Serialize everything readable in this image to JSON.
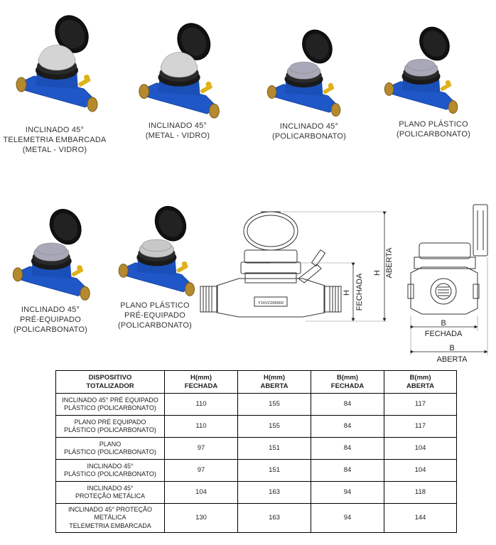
{
  "meters": [
    {
      "id": "m1",
      "caption": [
        "INCLINADO 45°",
        "TELEMETRIA EMBARCADA",
        "(METAL - VIDRO)"
      ],
      "lid": "#111111",
      "dome": "#d4d4d4",
      "domeStyle": "dome"
    },
    {
      "id": "m2",
      "caption": [
        "INCLINADO 45°",
        "(METAL - VIDRO)"
      ],
      "lid": "#111111",
      "dome": "#d4d4d4",
      "domeStyle": "dome"
    },
    {
      "id": "m3",
      "caption": [
        "INCLINADO 45°",
        "(POLICARBONATO)"
      ],
      "lid": "#111111",
      "dome": "#a8a8b8",
      "domeStyle": "flat"
    },
    {
      "id": "m4",
      "caption": [
        "PLANO PLÁSTICO",
        "(POLICARBONATO)"
      ],
      "lid": "#111111",
      "dome": "#a8a8b8",
      "domeStyle": "flat"
    },
    {
      "id": "m5",
      "caption": [
        "INCLINADO 45°",
        "PRÉ-EQUIPADO",
        "(POLICARBONATO)"
      ],
      "lid": "#111111",
      "dome": "#a8a8b8",
      "domeStyle": "flat"
    },
    {
      "id": "m6",
      "caption": [
        "PLANO PLÁSTICO",
        "PRÉ-EQUIPADO",
        "(POLICARBONATO)"
      ],
      "lid": "#111111",
      "dome": "#c8c8c8",
      "domeStyle": "flat"
    }
  ],
  "drawing": {
    "plate_text": "Y16VC000000",
    "labels": {
      "h_closed_1": "H",
      "h_closed_2": "FECHADA",
      "h_open_1": "H",
      "h_open_2": "ABERTA",
      "b_closed_1": "B",
      "b_closed_2": "FECHADA",
      "b_open_1": "B",
      "b_open_2": "ABERTA"
    }
  },
  "table": {
    "headers": [
      [
        "DISPOSITIVO",
        "TOTALIZADOR"
      ],
      [
        "H(mm)",
        "FECHADA"
      ],
      [
        "H(mm)",
        "ABERTA"
      ],
      [
        "B(mm)",
        "FECHADA"
      ],
      [
        "B(mm)",
        "ABERTA"
      ]
    ],
    "rows": [
      {
        "device": [
          "INCLINADO 45° PRÉ EQUIPADO",
          "PLÁSTICO (POLICARBONATO)"
        ],
        "h_closed": "110",
        "h_open": "155",
        "b_closed": "84",
        "b_open": "117"
      },
      {
        "device": [
          "PLANO PRÉ EQUIPADO",
          "PLÁSTICO (POLICARBONATO)"
        ],
        "h_closed": "110",
        "h_open": "155",
        "b_closed": "84",
        "b_open": "117"
      },
      {
        "device": [
          "PLANO",
          "PLÁSTICO (POLICARBONATO)"
        ],
        "h_closed": "97",
        "h_open": "151",
        "b_closed": "84",
        "b_open": "104"
      },
      {
        "device": [
          "INCLINADO 45°",
          "PLÁSTICO (POLICARBONATO)"
        ],
        "h_closed": "97",
        "h_open": "151",
        "b_closed": "84",
        "b_open": "104"
      },
      {
        "device": [
          "INCLINADO 45°",
          "PROTEÇÃO METÁLICA"
        ],
        "h_closed": "104",
        "h_open": "163",
        "b_closed": "94",
        "b_open": "118"
      },
      {
        "device": [
          "INCLINADO 45° PROTEÇÃO",
          "METÁLICA",
          "TELEMETRIA EMBARCADA"
        ],
        "h_closed": "130",
        "h_open": "163",
        "b_closed": "94",
        "b_open": "144"
      }
    ]
  },
  "colors": {
    "body_blue": "#1f57c8",
    "brass": "#b5892e",
    "valve_yellow": "#e0b21a"
  }
}
